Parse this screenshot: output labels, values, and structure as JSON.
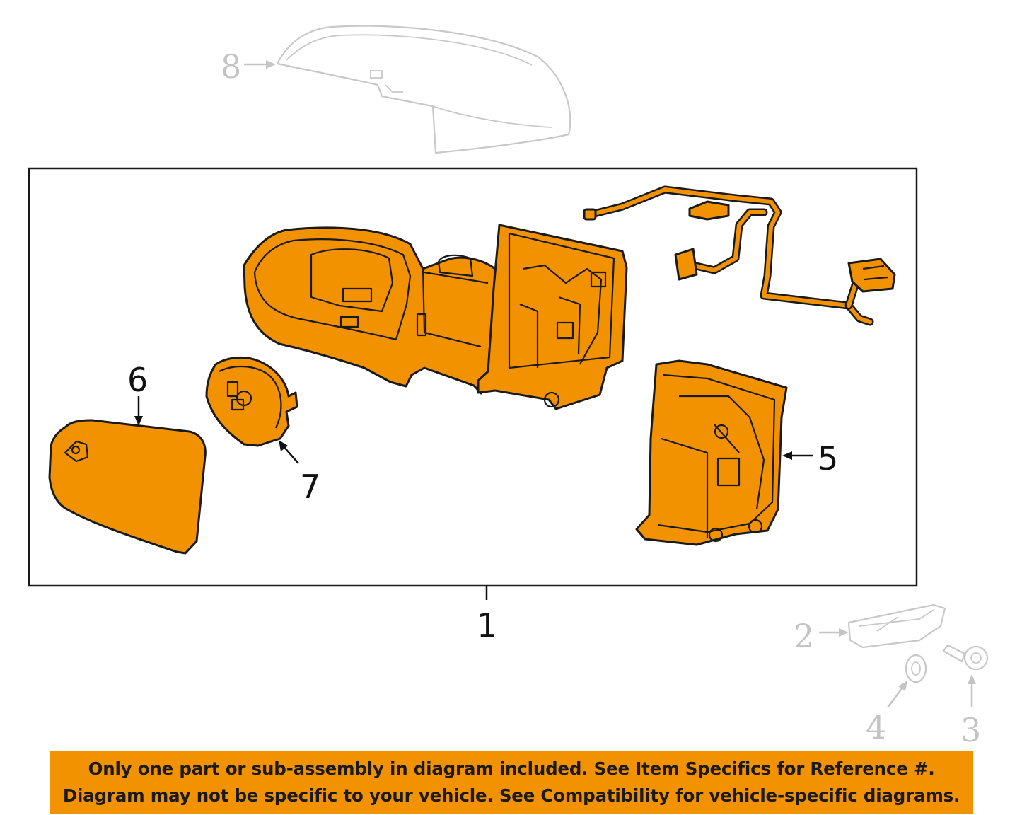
{
  "callouts": {
    "c1": "1",
    "c2": "2",
    "c3": "3",
    "c4": "4",
    "c5": "5",
    "c6": "6",
    "c7": "7",
    "c8": "8"
  },
  "colors": {
    "highlight": "#f39200",
    "outline": "#1a1a1a",
    "not_included": "#c8c8c8"
  },
  "disclaimer": {
    "line1": "Only one part or sub-assembly in diagram included. See Item Specifics for Reference #.",
    "line2": "Diagram may not be specific to your vehicle. See Compatibility for vehicle-specific diagrams."
  }
}
